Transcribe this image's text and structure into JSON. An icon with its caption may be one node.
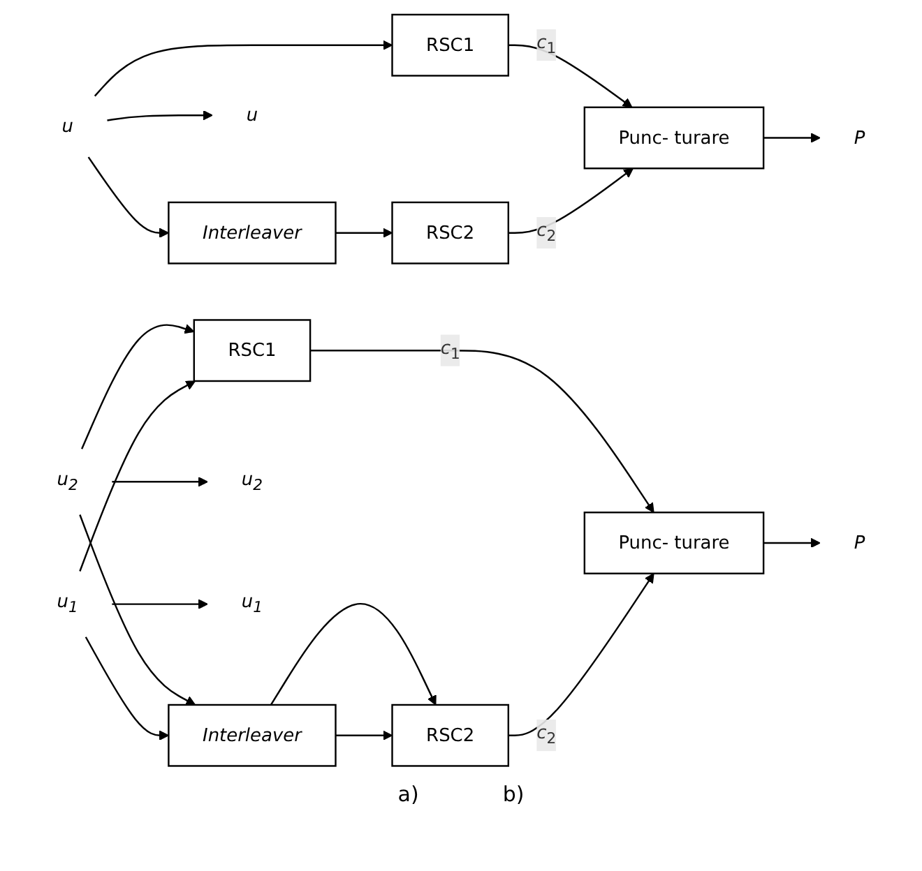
{
  "diagram": {
    "nodes": [
      {
        "text": [
          "u"
        ]
      },
      {
        "text": [
          "RSC1"
        ]
      },
      {
        "text": [
          "Interleaver"
        ]
      },
      {
        "text": [
          "RSC2"
        ]
      },
      {
        "text": [
          "Punc- turare"
        ]
      },
      {
        "text": [
          "u"
        ]
      },
      {
        "text": [
          "P"
        ]
      },
      {
        "text": [
          "*u*$_{2}$"
        ]
      },
      {
        "text": [
          "*u*$_{1}$"
        ]
      },
      {
        "text": [
          "RSC1"
        ]
      },
      {
        "text": [
          "Interleaver"
        ]
      },
      {
        "text": [
          "RSC2"
        ]
      },
      {
        "text": [
          "Punc- turare"
        ]
      },
      {
        "text": [
          "*u*$_{2}$"
        ]
      },
      {
        "text": [
          "*u*$_{1}$"
        ]
      },
      {
        "text": [
          "P"
        ]
      }
    ],
    "edges": [
      {
        "from": 0,
        "to": 5,
        "arrow": "to"
      },
      {
        "from": 0,
        "to": 1,
        "arrow": "to"
      },
      {
        "from": 0,
        "to": 2,
        "arrow": "to"
      },
      {
        "from": 2,
        "to": 3,
        "arrow": "to"
      },
      {
        "from": 1,
        "to": 4,
        "arrow": "to",
        "label": "*c*$_{1}$"
      },
      {
        "from": 3,
        "to": 4,
        "arrow": "to",
        "label": "*c*$_{2}$"
      },
      {
        "from": 4,
        "to": 6,
        "arrow": "to"
      },
      {
        "from": 7,
        "to": 13,
        "arrow": "to"
      },
      {
        "from": 8,
        "to": 14,
        "arrow": "to"
      },
      {
        "from": 7,
        "to": 9,
        "arrow": "to"
      },
      {
        "from": 8,
        "to": 9,
        "arrow": "to"
      },
      {
        "from": 7,
        "to": 10,
        "arrow": "to"
      },
      {
        "from": 8,
        "to": 10,
        "arrow": "to"
      },
      {
        "from": 10,
        "to": 11,
        "arrow": "to"
      },
      {
        "from": 10,
        "to": 11,
        "arrow": "to"
      },
      {
        "from": 9,
        "to": 12,
        "arrow": "to",
        "label": "*c*$_{1}$"
      },
      {
        "from": 11,
        "to": 12,
        "arrow": "to",
        "label": "*c*$_{2}$"
      },
      {
        "from": 12,
        "to": 15,
        "arrow": "to"
      }
    ],
    "labels": [
      "a)",
      "b)"
    ]
  }
}
